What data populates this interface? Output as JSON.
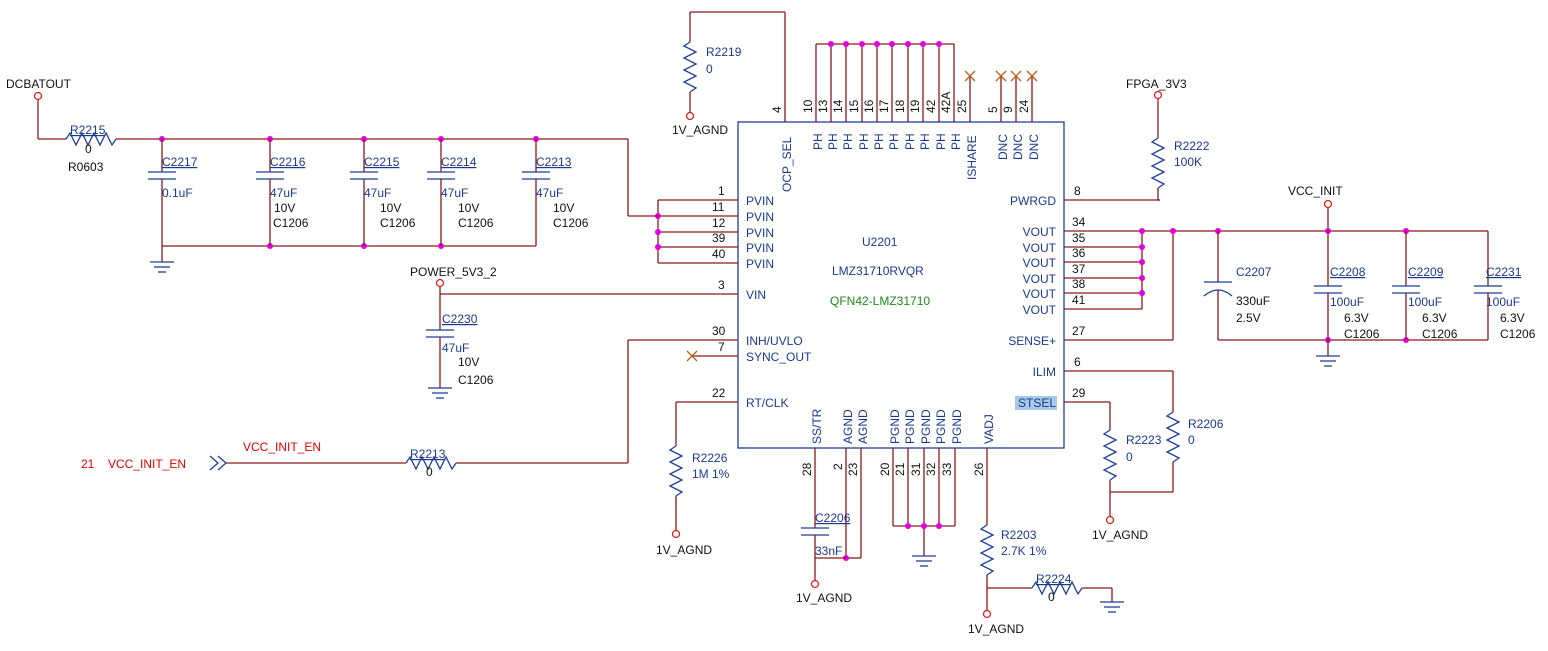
{
  "chip": {
    "ref": "U2201",
    "part": "LMZ31710RVQR",
    "footprint": "QFN42-LMZ31710"
  },
  "left_pins": [
    {
      "num": "1",
      "name": "PVIN"
    },
    {
      "num": "11",
      "name": "PVIN"
    },
    {
      "num": "12",
      "name": "PVIN"
    },
    {
      "num": "39",
      "name": "PVIN"
    },
    {
      "num": "40",
      "name": "PVIN"
    },
    {
      "num": "3",
      "name": "VIN"
    },
    {
      "num": "30",
      "name": "INH/UVLO"
    },
    {
      "num": "7",
      "name": "SYNC_OUT"
    },
    {
      "num": "22",
      "name": "RT/CLK"
    }
  ],
  "right_pins": [
    {
      "num": "8",
      "name": "PWRGD"
    },
    {
      "num": "34",
      "name": "VOUT"
    },
    {
      "num": "35",
      "name": "VOUT"
    },
    {
      "num": "36",
      "name": "VOUT"
    },
    {
      "num": "37",
      "name": "VOUT"
    },
    {
      "num": "38",
      "name": "VOUT"
    },
    {
      "num": "41",
      "name": "VOUT"
    },
    {
      "num": "27",
      "name": "SENSE+"
    },
    {
      "num": "6",
      "name": "ILIM"
    },
    {
      "num": "29",
      "name": "STSEL"
    }
  ],
  "top_pins": [
    {
      "num": "4",
      "name": "OCP_SEL"
    },
    {
      "num": "10",
      "name": "PH"
    },
    {
      "num": "13",
      "name": "PH"
    },
    {
      "num": "14",
      "name": "PH"
    },
    {
      "num": "15",
      "name": "PH"
    },
    {
      "num": "16",
      "name": "PH"
    },
    {
      "num": "17",
      "name": "PH"
    },
    {
      "num": "18",
      "name": "PH"
    },
    {
      "num": "19",
      "name": "PH"
    },
    {
      "num": "42",
      "name": "PH"
    },
    {
      "num": "42A",
      "name": "PH"
    },
    {
      "num": "25",
      "name": "ISHARE"
    },
    {
      "num": "5",
      "name": "DNC"
    },
    {
      "num": "9",
      "name": "DNC"
    },
    {
      "num": "24",
      "name": "DNC"
    }
  ],
  "bottom_pins": [
    {
      "num": "28",
      "name": "SS/TR"
    },
    {
      "num": "2",
      "name": "AGND"
    },
    {
      "num": "23",
      "name": "AGND"
    },
    {
      "num": "20",
      "name": "PGND"
    },
    {
      "num": "21",
      "name": "PGND"
    },
    {
      "num": "31",
      "name": "PGND"
    },
    {
      "num": "32",
      "name": "PGND"
    },
    {
      "num": "33",
      "name": "PGND"
    },
    {
      "num": "26",
      "name": "VADJ"
    }
  ],
  "nets": {
    "dcbatout": "DCBATOUT",
    "power_5v3": "POWER_5V3_2",
    "fpga_3v3": "FPGA_3V3",
    "vcc_init": "VCC_INIT",
    "agnd": "1V_AGND",
    "vcc_init_en": "VCC_INIT_EN",
    "port_num": "21",
    "port_name": "VCC_INIT_EN"
  },
  "resistors": {
    "r2215": {
      "ref": "R2215",
      "value": "0",
      "footprint": "R0603"
    },
    "r2219": {
      "ref": "R2219",
      "value": "0"
    },
    "r2222": {
      "ref": "R2222",
      "value": "100K"
    },
    "r2213": {
      "ref": "R2213",
      "value": "0"
    },
    "r2226": {
      "ref": "R2226",
      "value": "1M 1%"
    },
    "r2223": {
      "ref": "R2223",
      "value": "0"
    },
    "r2206": {
      "ref": "R2206",
      "value": "0"
    },
    "r2203": {
      "ref": "R2203",
      "value": "2.7K 1%"
    },
    "r2224": {
      "ref": "R2224",
      "value": "0"
    }
  },
  "capacitors": {
    "c2217": {
      "ref": "C2217",
      "value": "0.1uF"
    },
    "c2216": {
      "ref": "C2216",
      "value": "47uF",
      "voltage": "10V",
      "pkg": "C1206"
    },
    "c2215": {
      "ref": "C2215",
      "value": "47uF",
      "voltage": "10V",
      "pkg": "C1206"
    },
    "c2214": {
      "ref": "C2214",
      "value": "47uF",
      "voltage": "10V",
      "pkg": "C1206"
    },
    "c2213": {
      "ref": "C2213",
      "value": "47uF",
      "voltage": "10V",
      "pkg": "C1206"
    },
    "c2230": {
      "ref": "C2230",
      "value": "47uF",
      "voltage": "10V",
      "pkg": "C1206"
    },
    "c2206": {
      "ref": "C2206",
      "value": "33nF"
    },
    "c2207": {
      "ref": "C2207",
      "value": "330uF",
      "voltage": "2.5V"
    },
    "c2208": {
      "ref": "C2208",
      "value": "100uF",
      "voltage": "6.3V",
      "pkg": "C1206"
    },
    "c2209": {
      "ref": "C2209",
      "value": "100uF",
      "voltage": "6.3V",
      "pkg": "C1206"
    },
    "c2231": {
      "ref": "C2231",
      "value": "100uF",
      "voltage": "6.3V",
      "pkg": "C1206"
    }
  },
  "colors": {
    "wire": "#8b1a1a",
    "component": "#1f3f99",
    "junction": "#e000e0",
    "port": "#dd2222",
    "highlight": "#a8c8e8"
  }
}
